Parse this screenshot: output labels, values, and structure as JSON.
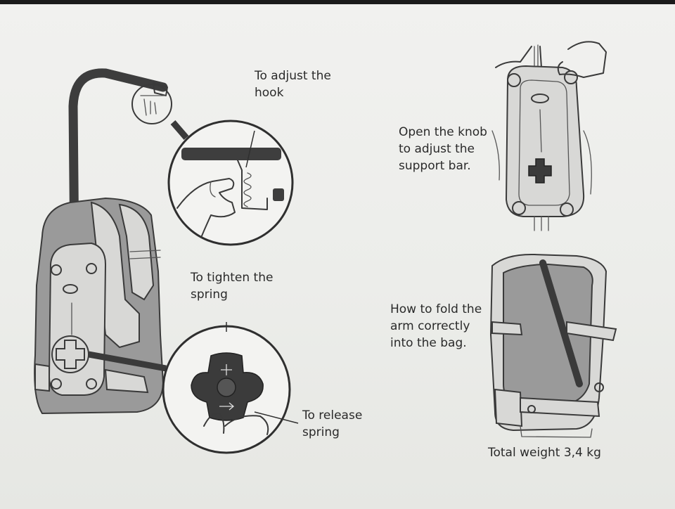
{
  "captions": {
    "adjust_hook": "To adjust the\nhook",
    "open_knob": "Open the knob\nto adjust the\nsupport bar.",
    "tighten_spring": "To tighten the\nspring",
    "fold_arm": "How to fold the\narm correctly\ninto the bag.",
    "release_spring": "To release\nspring",
    "total_weight": "Total weight 3,4 kg"
  }
}
